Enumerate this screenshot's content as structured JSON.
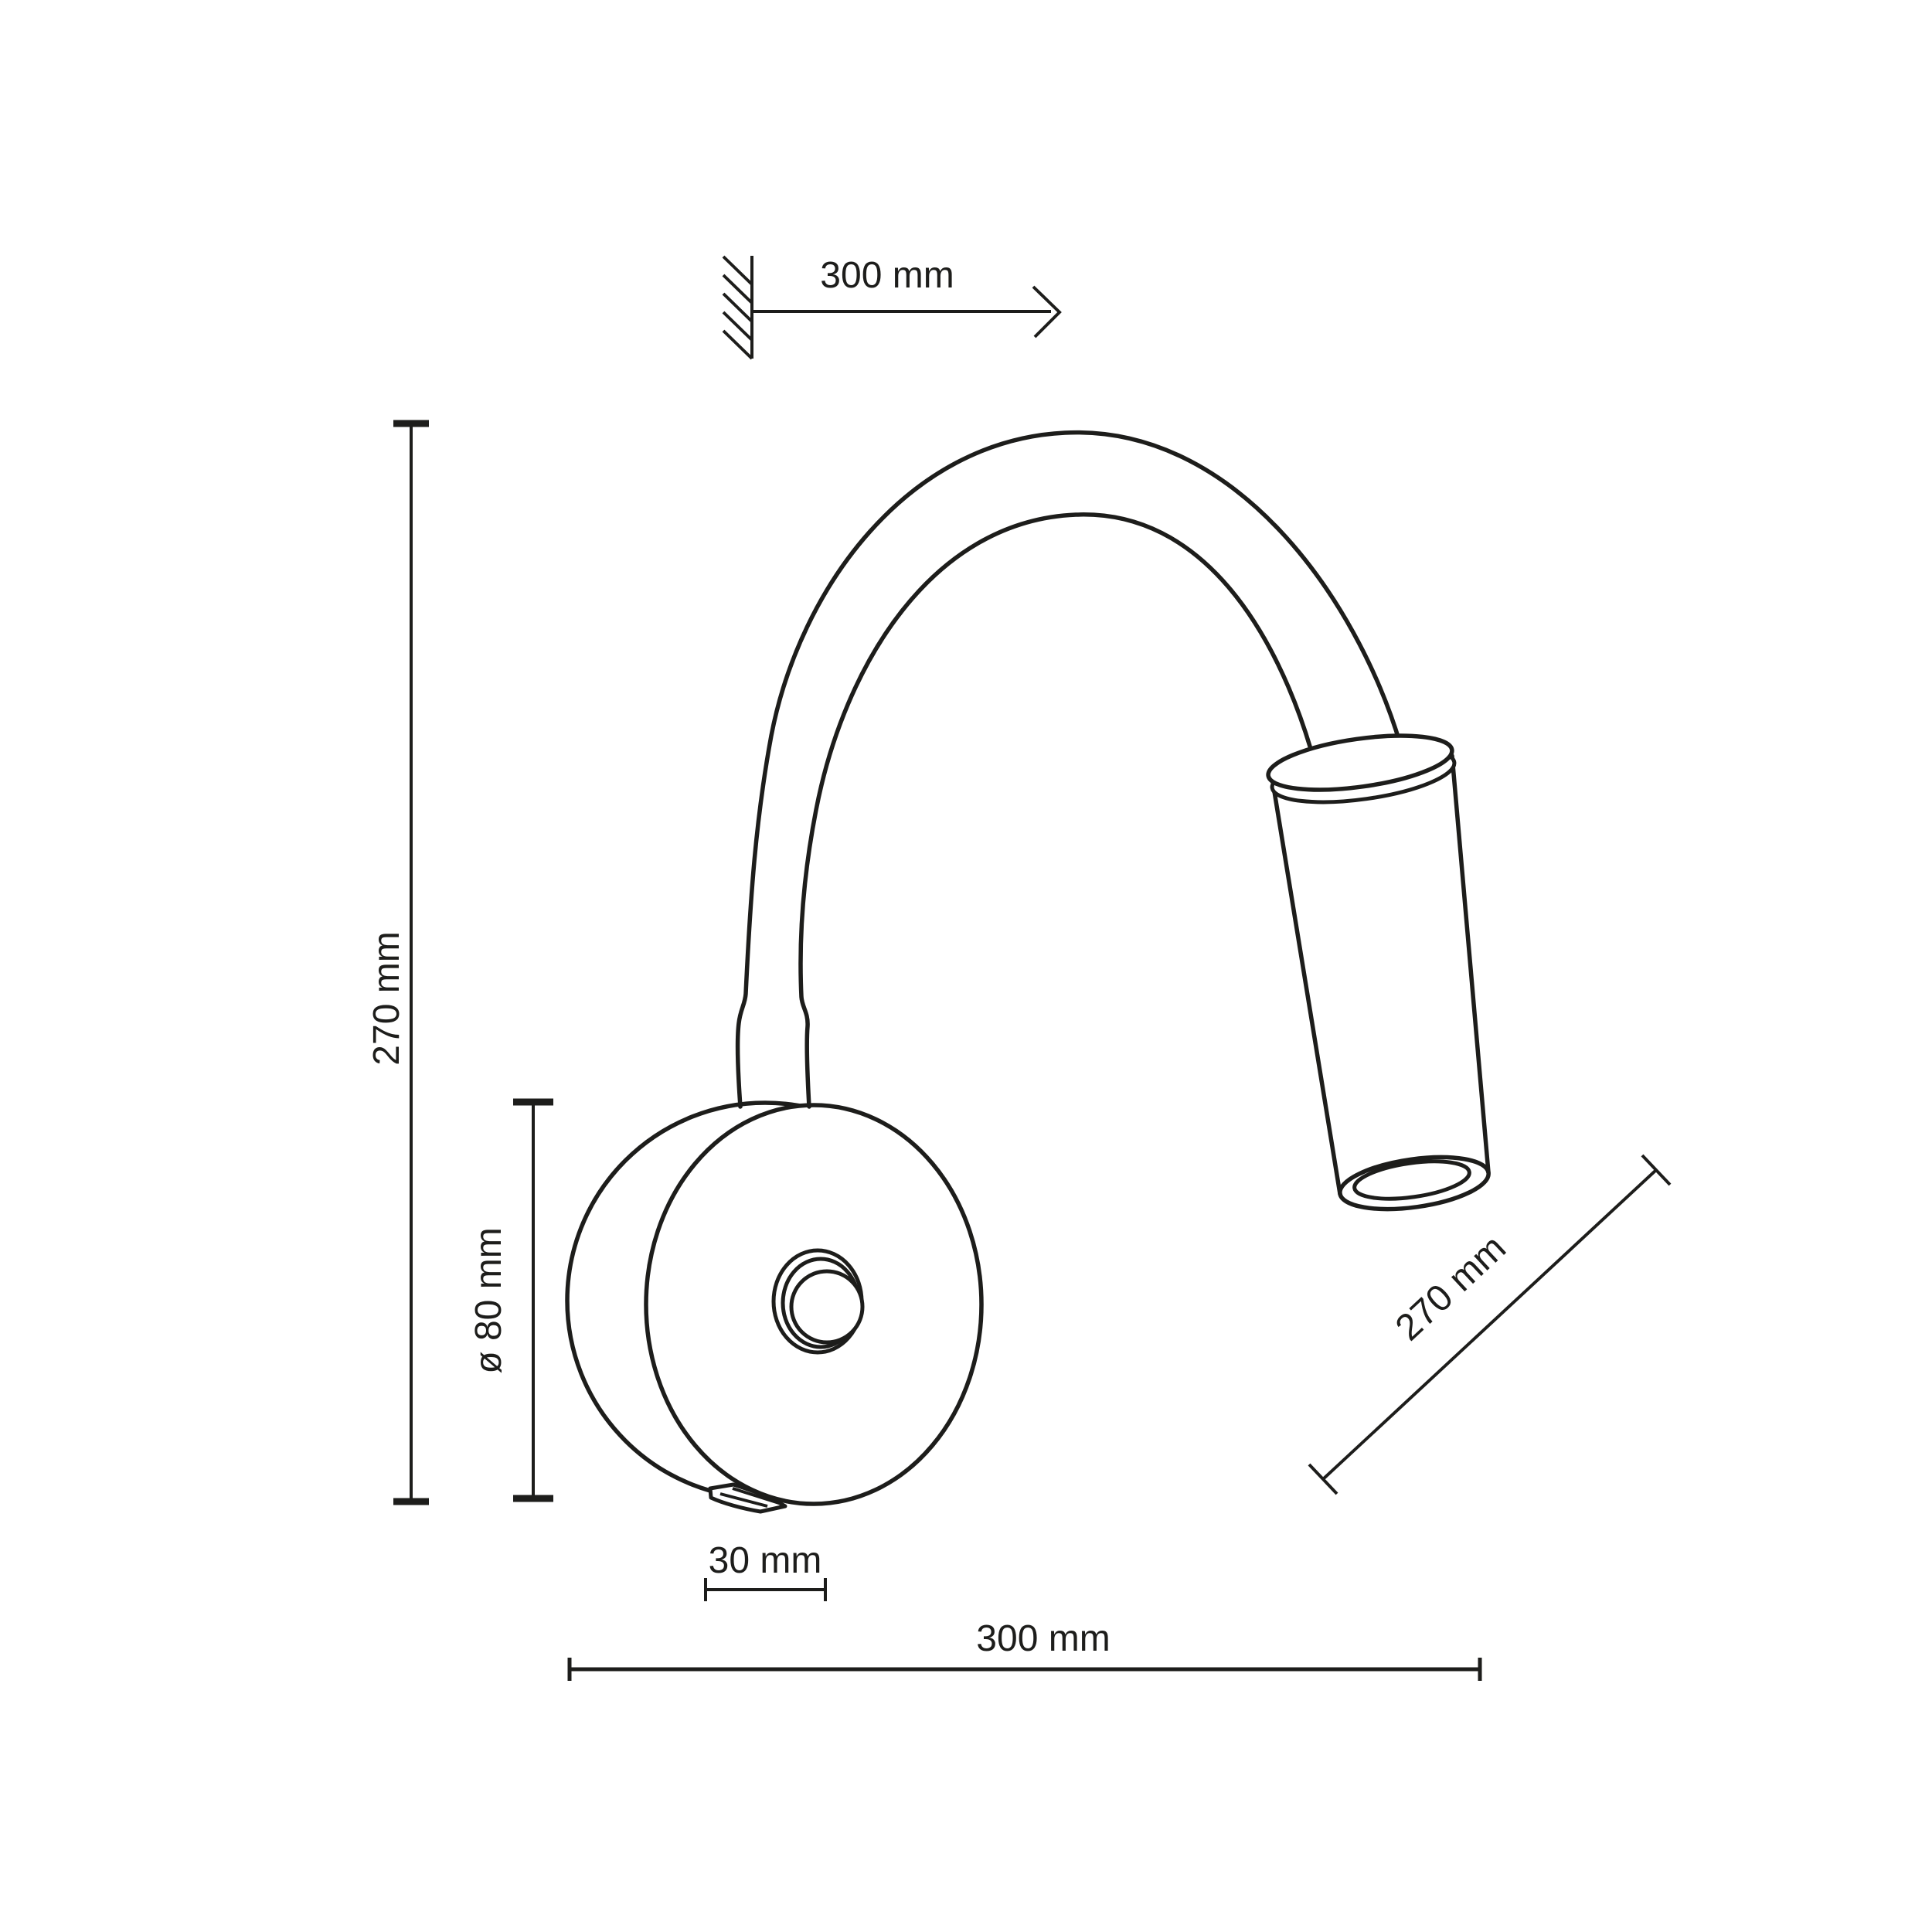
{
  "colors": {
    "background": "#ffffff",
    "line": "#1d1d1b"
  },
  "dimensions": {
    "top_offset": "300 mm",
    "height": "270 mm",
    "base_diameter": "ø 80 mm",
    "base_depth": "30 mm",
    "overall_width": "300 mm",
    "arm_length": "270 mm"
  }
}
